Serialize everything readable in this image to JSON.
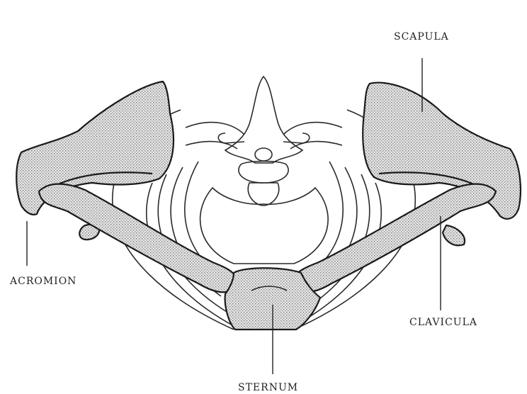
{
  "labels": {
    "scapula": "SCAPULA",
    "acromion": "ACROMION",
    "clavicula": "CLAVICULA",
    "sternum": "STERNUM"
  },
  "colors": {
    "line": "#1a1a1a",
    "bone_shade": "#cfcfcf",
    "background": "#ffffff"
  }
}
